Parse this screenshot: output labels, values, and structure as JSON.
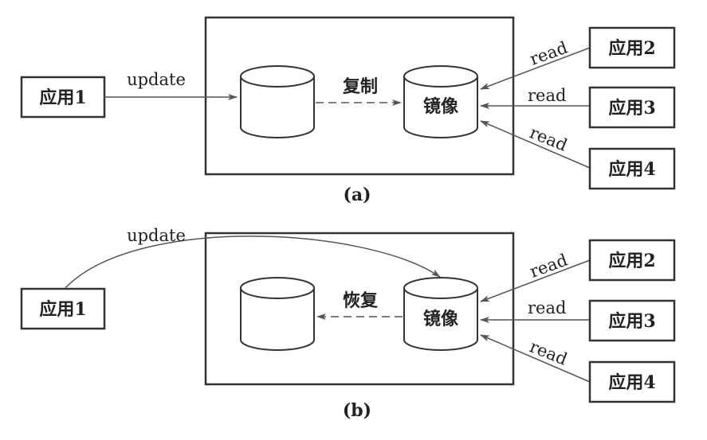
{
  "panel_a": {
    "caption": "(a)",
    "app1": "应用1",
    "update": "update",
    "copy": "复制",
    "mirror": "镜像",
    "read_2": "read",
    "read_3": "read",
    "read_4": "read",
    "app2": "应用2",
    "app3": "应用3",
    "app4": "应用4"
  },
  "panel_b": {
    "caption": "(b)",
    "app1": "应用1",
    "update": "update",
    "restore": "恢复",
    "mirror": "镜像",
    "read_2": "read",
    "read_3": "read",
    "read_4": "read",
    "app2": "应用2",
    "app3": "应用3",
    "app4": "应用4"
  }
}
